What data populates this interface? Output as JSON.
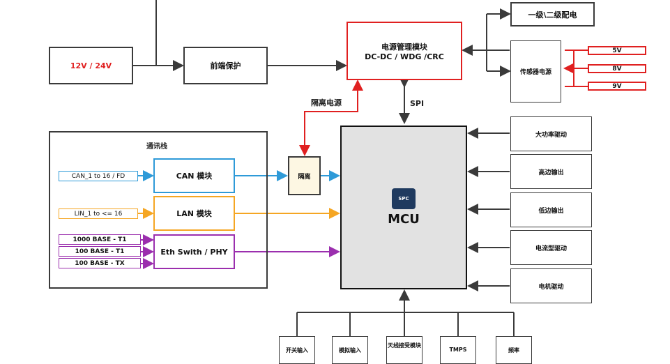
{
  "power": {
    "input": "12V / 24V",
    "front_protect": "前端保护",
    "pmic_line1": "电源管理模块",
    "pmic_line2": "DC-DC / WDG /CRC",
    "dist": "一级\\二级配电",
    "sensor_power": "传感器电源",
    "sensor_outputs": [
      "5V",
      "8V",
      "9V"
    ],
    "isolated_power": "隔离电源",
    "spi": "SPI"
  },
  "comm": {
    "title": "通讯栈",
    "can_in": "CAN_1 to 16 / FD",
    "can_module": "CAN 模块",
    "lin_in": "LIN_1 to <= 16",
    "lan_module": "LAN 模块",
    "eth_inputs": [
      "1000 BASE - T1",
      "100 BASE - T1",
      "100 BASE - TX"
    ],
    "eth_module": "Eth Swith / PHY",
    "isolation": "隔离"
  },
  "mcu": {
    "label": "MCU",
    "logo_text": "SPC"
  },
  "outputs": [
    "大功率驱动",
    "高边输出",
    "低边输出",
    "电流型驱动",
    "电机驱动"
  ],
  "inputs": [
    "开关输入",
    "模拟输入",
    "天线接受模块",
    "TMPS",
    "频率"
  ],
  "colors": {
    "red": "#e02020",
    "blue": "#2e9ad8",
    "orange": "#f5a623",
    "purple": "#9b2fae",
    "dark": "#3a3a3a",
    "mcu_fill": "#e2e2e2"
  }
}
